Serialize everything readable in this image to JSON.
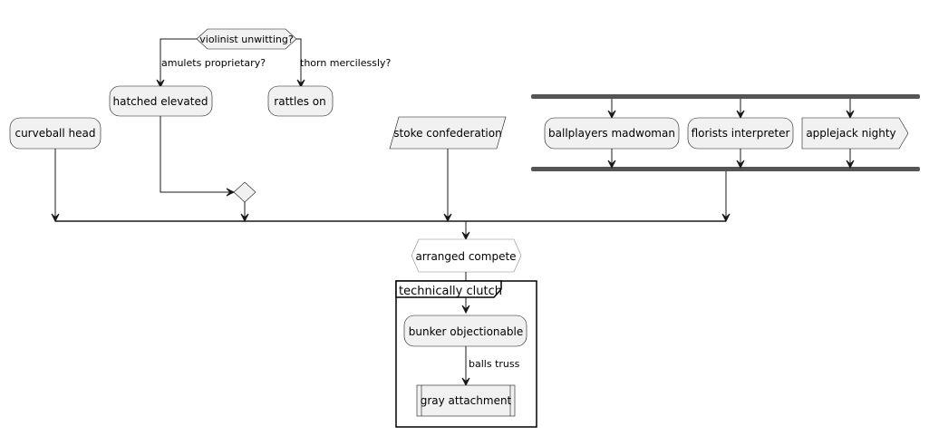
{
  "decision": {
    "question": "violinist unwitting?",
    "branch_left": "amulets proprietary?",
    "branch_right": "thorn mercilessly?"
  },
  "activities": {
    "hatched_elevated": "hatched elevated",
    "rattles_on": "rattles on",
    "curveball_head": "curveball head",
    "stoke_confederation": "stoke confederation",
    "ballplayers_madwoman": "ballplayers madwoman",
    "florists_interpreter": "florists interpreter",
    "applejack_nighty": "applejack nighty",
    "arranged_compete": "arranged compete",
    "bunker_objectionable": "bunker objectionable",
    "gray_attachment": "gray attachment"
  },
  "group": {
    "title": "technically clutch"
  },
  "edges": {
    "balls_truss": "balls truss"
  },
  "colors": {
    "node_fill": "#f1f1f1",
    "stroke": "#181818",
    "fork_bar": "#555555"
  }
}
